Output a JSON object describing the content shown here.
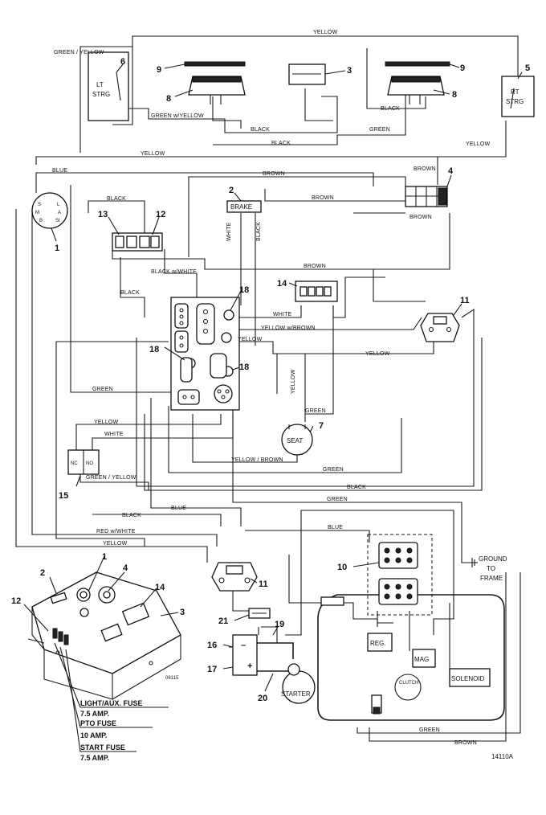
{
  "wire_labels": {
    "yellow_top": "YELLOW",
    "green_yellow_top": "GREEN / YELLOW",
    "green_w_yellow": "GREEN w/YELLOW",
    "black_1": "BLACK",
    "black_2": "BLACK",
    "black_3": "BLACK",
    "green_1": "GREEN",
    "yellow_2": "YELLOW",
    "yellow_rt": "YELLOW",
    "blue_1": "BLUE",
    "brown_1": "BROWN",
    "brown_2": "BROWN",
    "brown_3": "BROWN",
    "brown_4": "BROWN",
    "black_4": "BLACK",
    "white_v": "WHITE",
    "black_v": "BLACK",
    "black_w_white": "BLACK w/WHITE",
    "brown_5": "BROWN",
    "black_5": "BLACK",
    "white_2": "WHITE",
    "yellow_w_brown": "YELLOW w/BROWN",
    "yellow_3": "YELLOW",
    "yellow_4": "YELLOW",
    "green_2": "GREEN",
    "yellow_v": "YELLOW",
    "green_3": "GREEN",
    "yellow_5": "YELLOW",
    "white_3": "WHITE",
    "yellow_brown": "YELLOW / BROWN",
    "green_4": "GREEN",
    "green_yellow_2": "GREEN / YELLOW",
    "black_6": "BLACK",
    "green_5": "GREEN",
    "blue_2": "BLUE",
    "black_7": "BLACK",
    "blue_3": "BLUE",
    "red_w_white": "RED w/WHITE",
    "yellow_6": "YELLOW",
    "green_6": "GREEN",
    "brown_6": "BROWN"
  },
  "callouts": {
    "c1": "1",
    "c1b": "1",
    "c2": "2",
    "c2b": "2",
    "c3": "3",
    "c3b": "3",
    "c4": "4",
    "c4b": "4",
    "c5": "5",
    "c6": "6",
    "c7": "7",
    "c8a": "8",
    "c8b": "8",
    "c9a": "9",
    "c9b": "9",
    "c10": "10",
    "c11a": "11",
    "c11b": "11",
    "c12": "12",
    "c12b": "12",
    "c13": "13",
    "c14": "14",
    "c14b": "14",
    "c15": "15",
    "c16": "16",
    "c17": "17",
    "c18a": "18",
    "c18b": "18",
    "c18c": "18",
    "c19": "19",
    "c20": "20",
    "c21": "21"
  },
  "components": {
    "lt_strg": [
      "LT",
      "STRG"
    ],
    "rt_strg": [
      "RT",
      "STRG"
    ],
    "brake": "BRAKE",
    "seat": "SEAT",
    "nc": "NC",
    "no": "NO",
    "reg": "REG.",
    "mag": "MAG",
    "solenoid": "SOLENOID",
    "starter": "STARTER",
    "clutch": "CLUTCH",
    "ground": [
      "GROUND",
      "TO",
      "FRAME"
    ],
    "key_s": "S",
    "key_m": "M",
    "key_b": "B",
    "key_l": "L",
    "key_a": "A",
    "key_st": "St",
    "plus": "+",
    "minus": "–"
  },
  "fuse_labels": {
    "light_aux_title": "LIGHT/AUX. FUSE",
    "light_aux_value": "7.5 AMP.",
    "pto_title": "PTO FUSE",
    "pto_value": "10 AMP.",
    "start_title": "START FUSE",
    "start_value": "7.5 AMP."
  },
  "codes": {
    "inset_code": "06115",
    "figure_code": "14110A"
  }
}
